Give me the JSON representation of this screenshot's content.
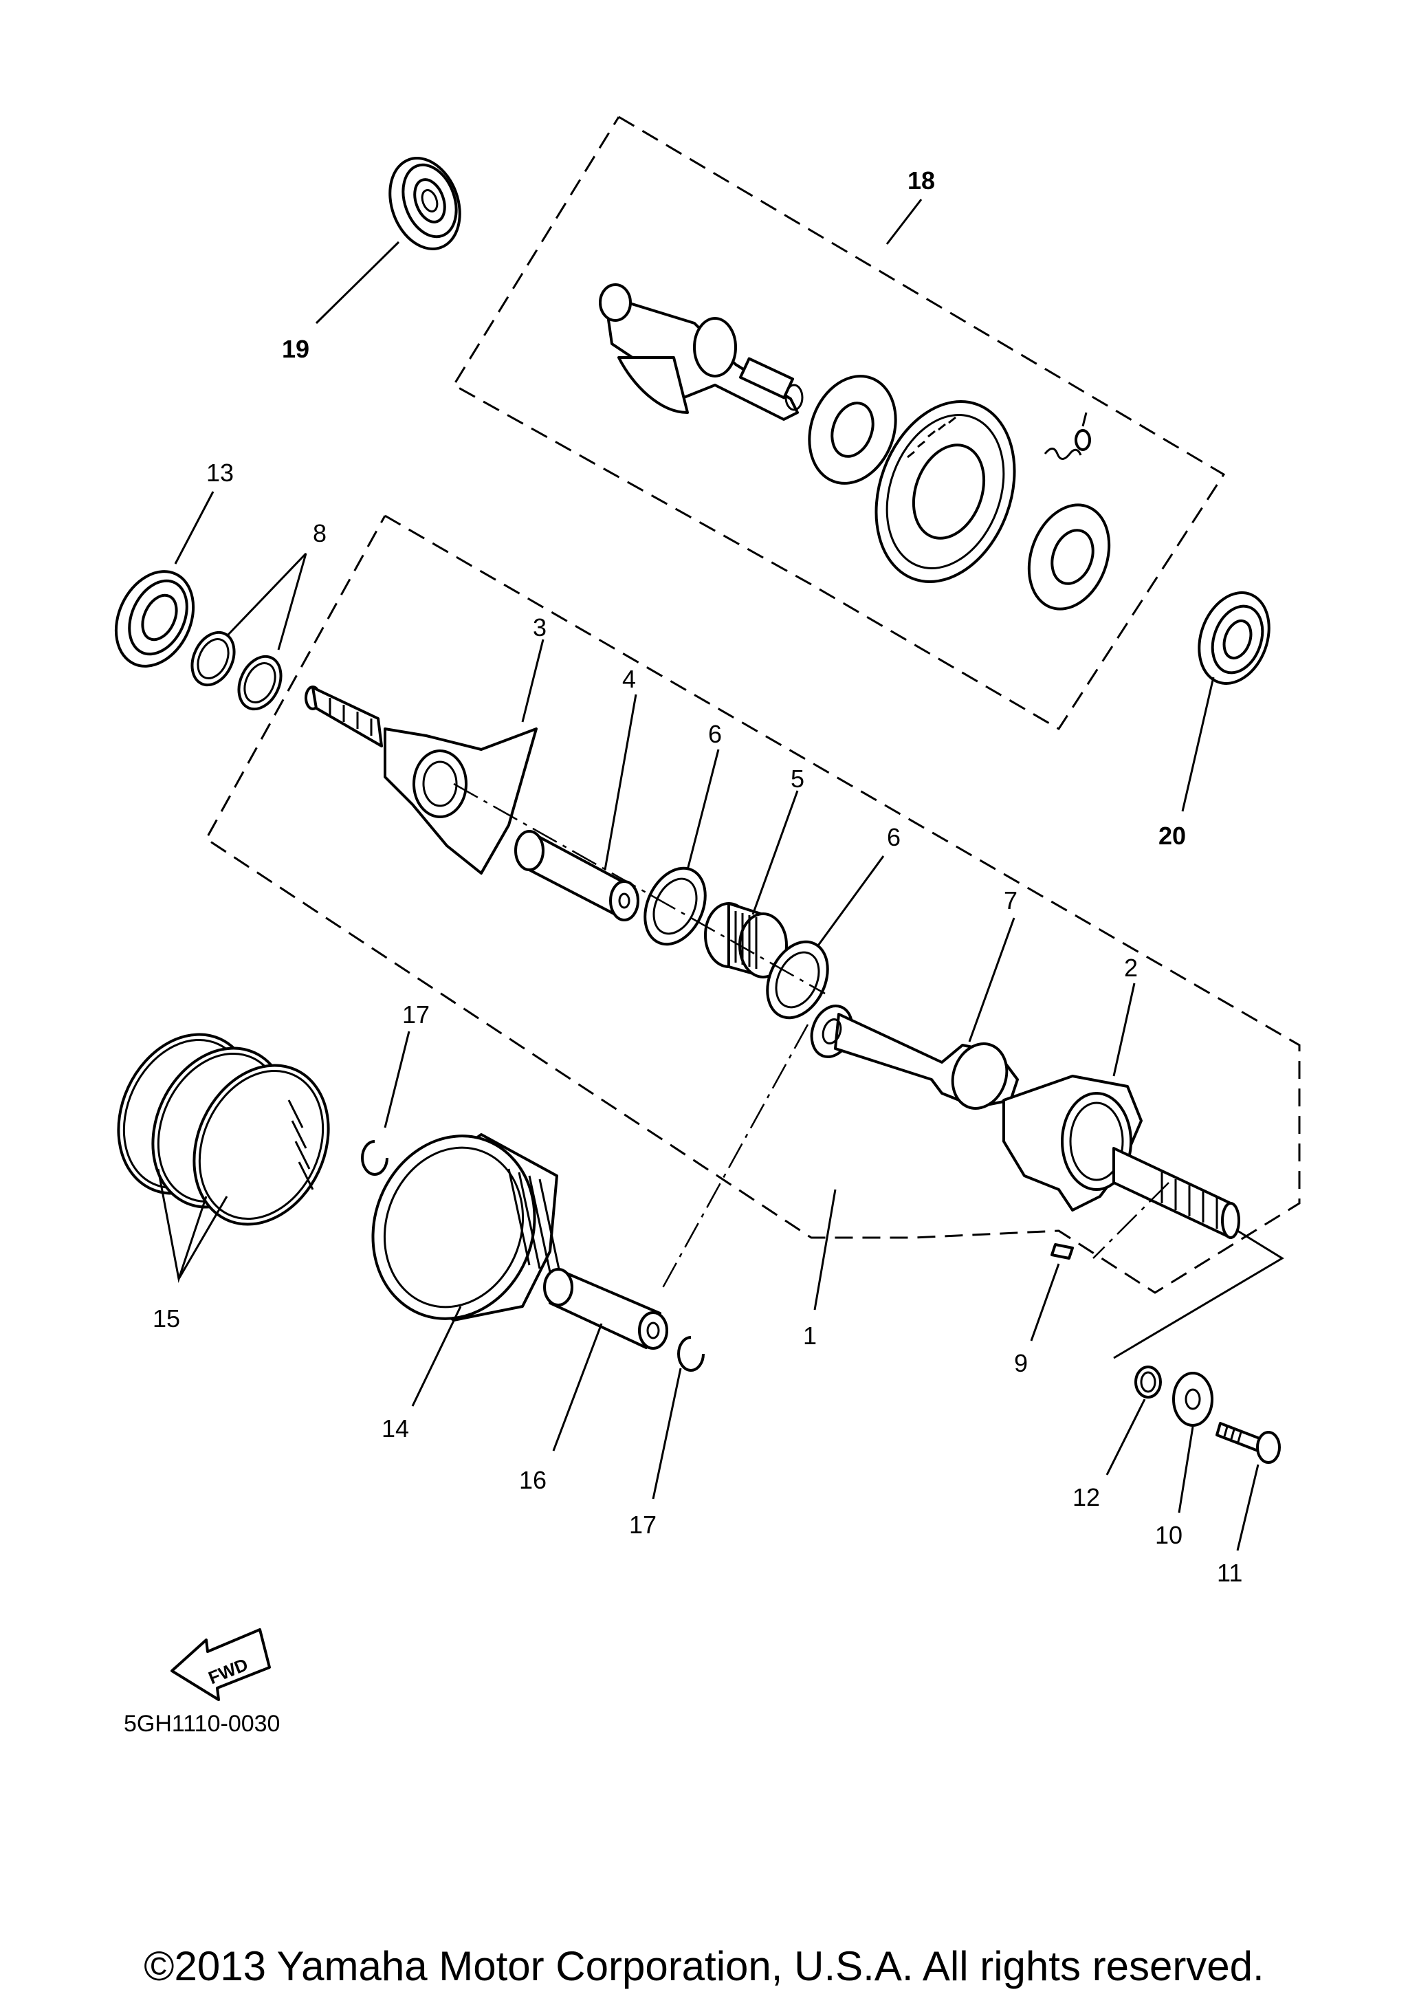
{
  "diagram": {
    "drawing_code": "5GH1110-0030",
    "copyright": "©2013 Yamaha Motor Corporation, U.S.A. All rights reserved.",
    "fwd_label": "FWD",
    "callouts": {
      "c1": "1",
      "c2": "2",
      "c3": "3",
      "c4": "4",
      "c5": "5",
      "c6a": "6",
      "c6b": "6",
      "c7": "7",
      "c8": "8",
      "c9": "9",
      "c10": "10",
      "c11": "11",
      "c12": "12",
      "c13": "13",
      "c14": "14",
      "c15": "15",
      "c16": "16",
      "c17a": "17",
      "c17b": "17",
      "c18": "18",
      "c19": "19",
      "c20": "20"
    }
  }
}
